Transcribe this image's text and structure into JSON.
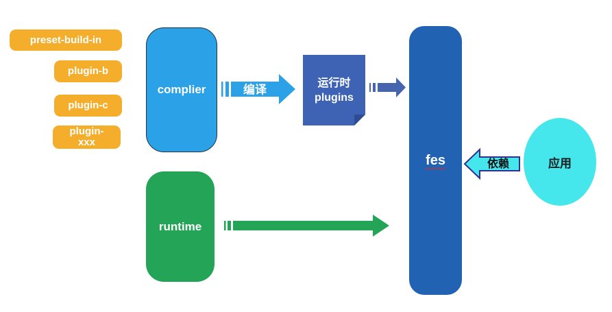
{
  "diagram": {
    "plugin_chips": [
      {
        "label": "preset-build-in"
      },
      {
        "label": "plugin-b"
      },
      {
        "label": "plugin-c"
      },
      {
        "label": "plugin-\nxxx"
      }
    ],
    "complier": {
      "label": "complier"
    },
    "runtime": {
      "label": "runtime"
    },
    "compile_arrow": {
      "label": "编译"
    },
    "runtime_plugins_note": {
      "label": "运行时\nplugins"
    },
    "fes": {
      "label": "fes"
    },
    "depends_arrow": {
      "label": "依赖"
    },
    "app": {
      "label": "应用"
    },
    "colors": {
      "plugin_orange": "#F5AE2B",
      "compiler_blue": "#2BA2E8",
      "note_blue": "#3E63B5",
      "fes_blue": "#2262B2",
      "runtime_green": "#23A456",
      "app_cyan": "#45E6EC",
      "depends_border_navy": "#2E3192",
      "squiggle_red": "#E02B20"
    }
  }
}
